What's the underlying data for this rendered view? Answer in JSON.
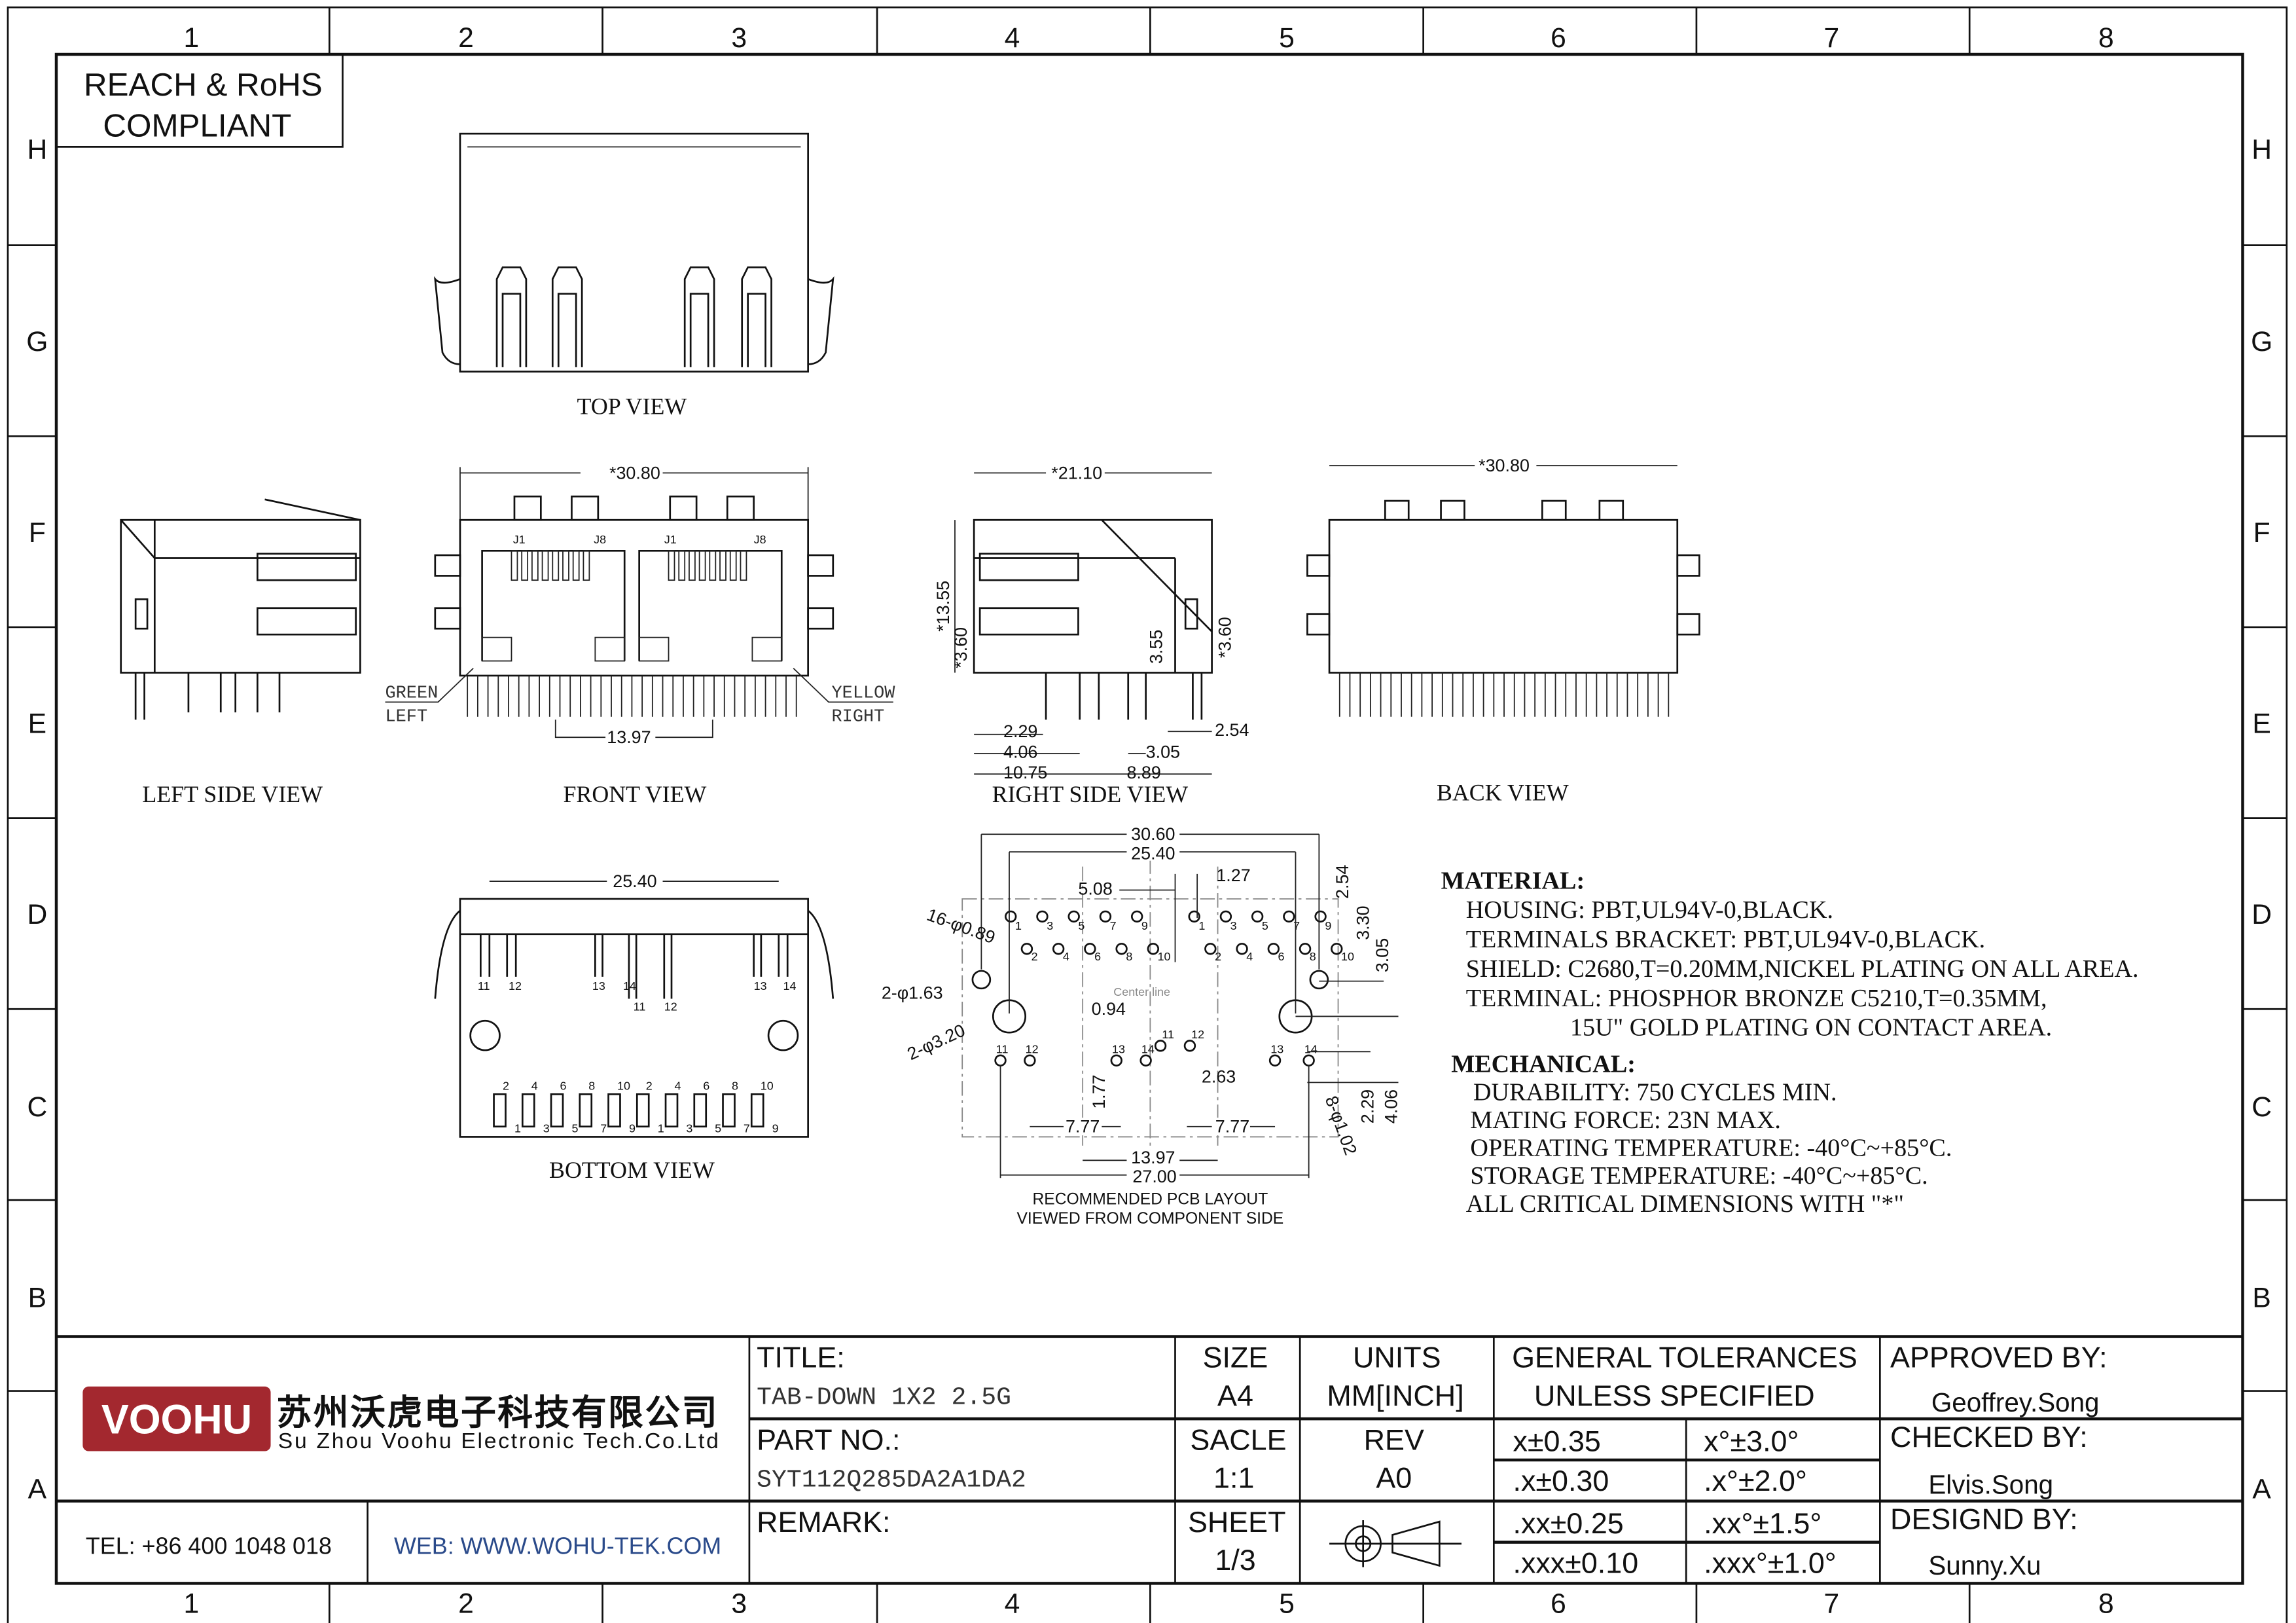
{
  "sheet": {
    "columns": [
      "1",
      "2",
      "3",
      "4",
      "5",
      "6",
      "7",
      "8"
    ],
    "rows": [
      "H",
      "G",
      "F",
      "E",
      "D",
      "C",
      "B",
      "A"
    ]
  },
  "compliance": {
    "line1": "REACH & RoHS",
    "line2": "COMPLIANT"
  },
  "views": {
    "top": "TOP VIEW",
    "left_side": "LEFT SIDE VIEW",
    "front": "FRONT VIEW",
    "right_side": "RIGHT SIDE VIEW",
    "back": "BACK VIEW",
    "bottom": "BOTTOM VIEW"
  },
  "front_view": {
    "width_dim": "*30.80",
    "pitch_dim": "13.97",
    "jack_labels": [
      "J1",
      "J8",
      "J1",
      "J8"
    ],
    "led_left": {
      "color_name": "GREEN",
      "side": "LEFT"
    },
    "led_right": {
      "color_name": "YELLOW",
      "side": "RIGHT"
    },
    "led_colors": {
      "green": "#6abf45",
      "yellow": "#e8e64a"
    }
  },
  "right_side_view": {
    "width": "*21.10",
    "height": "*13.55",
    "left_offset": "*3.60",
    "center_offset": "3.55",
    "right_offset": "*3.60",
    "d_2_29": "2.29",
    "d_4_06": "4.06",
    "d_10_75": "10.75",
    "d_3_05": "3.05",
    "d_8_89": "8.89",
    "d_2_54": "2.54"
  },
  "back_view": {
    "width_dim": "*30.80"
  },
  "bottom_view": {
    "width_dim": "25.40",
    "upper_pin_labels": [
      "11",
      "12",
      "13",
      "14",
      "11",
      "12",
      "13",
      "14"
    ],
    "even_pins": [
      "2",
      "4",
      "6",
      "8",
      "10",
      "2",
      "4",
      "6",
      "8",
      "10"
    ],
    "odd_pins": [
      "1",
      "3",
      "5",
      "7",
      "9",
      "1",
      "3",
      "5",
      "7",
      "9"
    ]
  },
  "pcb_layout": {
    "dims": {
      "overall": "30.60",
      "mount": "25.40",
      "pitch_1_27": "1.27",
      "pitch_5_08": "5.08",
      "d_2_54": "2.54",
      "d_3_30": "3.30",
      "d_3_05": "3.05",
      "d_0_94": "0.94",
      "d_2_63": "2.63",
      "d_1_77": "1.77",
      "d_7_77_left": "7.77",
      "d_7_77_right": "7.77",
      "d_13_97": "13.97",
      "d_27_00": "27.00",
      "d_2_29": "2.29",
      "d_4_06": "4.06"
    },
    "holes": {
      "signal": "16-φ0.89",
      "small_mount": "2-φ1.63",
      "large_mount": "2-φ3.20",
      "led": "8-φ1.02"
    },
    "center_line": "Center line",
    "row1_pins": [
      "1",
      "3",
      "5",
      "7",
      "9",
      "1",
      "3",
      "5",
      "7",
      "9"
    ],
    "row2_pins": [
      "2",
      "4",
      "6",
      "8",
      "10",
      "2",
      "4",
      "6",
      "8",
      "10"
    ],
    "led_pins_mid": [
      "11",
      "12"
    ],
    "led_pins_low": [
      "11",
      "12",
      "13",
      "14",
      "13",
      "14"
    ],
    "caption_1": "RECOMMENDED PCB LAYOUT",
    "caption_2": "VIEWED FROM COMPONENT SIDE"
  },
  "notes": {
    "material_heading": "MATERIAL:",
    "material": [
      "HOUSING: PBT,UL94V-0,BLACK.",
      "TERMINALS BRACKET: PBT,UL94V-0,BLACK.",
      "SHIELD: C2680,T=0.20MM,NICKEL PLATING ON ALL AREA.",
      "TERMINAL: PHOSPHOR BRONZE C5210,T=0.35MM,",
      "15U\" GOLD PLATING ON CONTACT AREA."
    ],
    "mechanical_heading": "MECHANICAL:",
    "mechanical": [
      "DURABILITY: 750 CYCLES MIN.",
      "MATING FORCE: 23N MAX.",
      "OPERATING TEMPERATURE: -40°C~+85°C.",
      "STORAGE TEMPERATURE: -40°C~+85°C.",
      "ALL CRITICAL DIMENSIONS WITH \"*\""
    ]
  },
  "company": {
    "logo_text": "VOOHU",
    "name_cn": "苏州沃虎电子科技有限公司",
    "name_en": "Su Zhou Voohu Electronic Tech.Co.Ltd",
    "tel": "TEL: +86 400 1048 018",
    "web": "WEB: WWW.WOHU-TEK.COM",
    "brand_color": "#a3282f",
    "web_color": "#2a4a8a"
  },
  "title_block": {
    "title_label": "TITLE:",
    "title_value": "TAB-DOWN  1X2  2.5G",
    "part_label": "PART NO.:",
    "part_value": "SYT112Q285DA2A1DA2",
    "remark_label": "REMARK:",
    "size_label": "SIZE",
    "size_value": "A4",
    "scale_label": "SACLE",
    "scale_value": "1:1",
    "sheet_label": "SHEET",
    "sheet_value": "1/3",
    "units_label": "UNITS",
    "units_value": "MM[INCH]",
    "rev_label": "REV",
    "rev_value": "A0",
    "tolerance_heading_1": "GENERAL TOLERANCES",
    "tolerance_heading_2": "UNLESS SPECIFIED",
    "tolerances": [
      {
        "linear": "x±0.35",
        "angular": "x°±3.0°"
      },
      {
        "linear": ".x±0.30",
        "angular": ".x°±2.0°"
      },
      {
        "linear": ".xx±0.25",
        "angular": ".xx°±1.5°"
      },
      {
        "linear": ".xxx±0.10",
        "angular": ".xxx°±1.0°"
      }
    ],
    "approved_label": "APPROVED BY:",
    "approved_value": "Geoffrey.Song",
    "checked_label": "CHECKED BY:",
    "checked_value": "Elvis.Song",
    "designed_label": "DESIGND BY:",
    "designed_value": "Sunny.Xu"
  }
}
